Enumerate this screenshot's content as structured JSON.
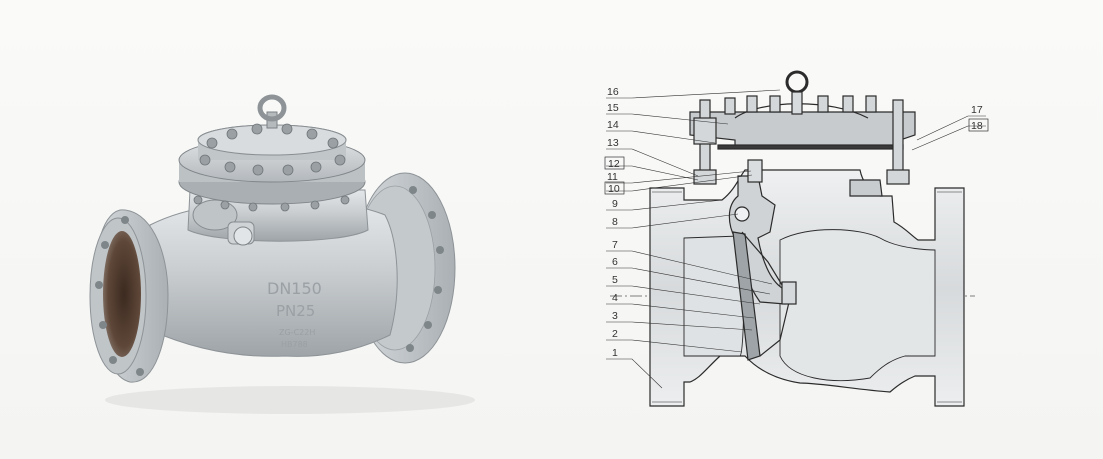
{
  "photo": {
    "cast_marks": [
      "DN150",
      "PN25",
      "ZG-C22H",
      "HB788"
    ]
  },
  "drawing": {
    "callouts_left": [
      "16",
      "15",
      "14",
      "13",
      "12",
      "11",
      "10",
      "9",
      "8",
      "7",
      "6",
      "5",
      "4",
      "3",
      "2",
      "1"
    ],
    "callouts_right": [
      "17",
      "18"
    ],
    "boxed": [
      "12",
      "10",
      "18"
    ]
  }
}
